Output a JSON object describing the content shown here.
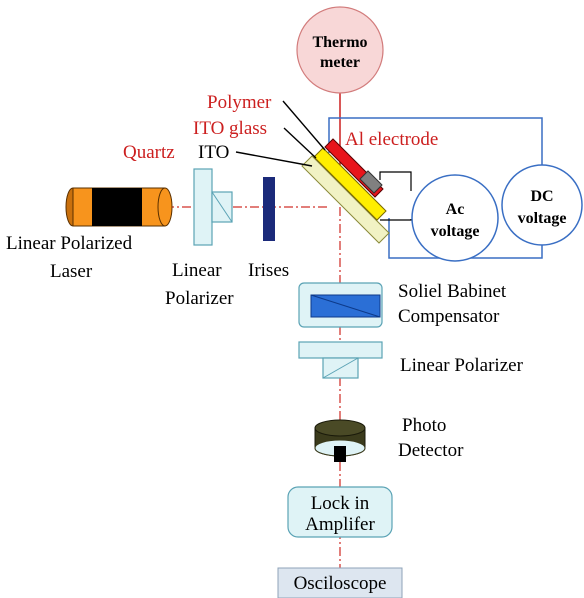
{
  "labels": {
    "thermometer_line1": "Thermo",
    "thermometer_line2": "meter",
    "polymer": "Polymer",
    "ito_glass": "ITO glass",
    "al_electrode": "Al electrode",
    "quartz": "Quartz",
    "ito": "ITO",
    "ac_line1": "Ac",
    "ac_line2": "voltage",
    "dc_line1": "DC",
    "dc_line2": "voltage",
    "laser_line1": "Linear Polarized",
    "laser_line2": "Laser",
    "polarizer_line1": "Linear",
    "polarizer_line2": "Polarizer",
    "irises": "Irises",
    "babinet_line1": "Soliel Babinet",
    "babinet_line2": "Compensator",
    "polarizer2": "Linear Polarizer",
    "photo_line1": "Photo",
    "photo_line2": "Detector",
    "lockin_line1": "Lock in",
    "lockin_line2": "Amplifer",
    "osciloscope": "Osciloscope"
  },
  "colors": {
    "beam": "#d9534f",
    "wire": "#3a6fc4",
    "thermometer_fill": "#f8d7d7",
    "polymer": "#e8151b",
    "ito_glass": "#ffee00",
    "quartz": "#f1f2c4",
    "electrode": "#808080",
    "laser_body": "#f7941d",
    "laser_band": "#000000",
    "irises": "#1b2a7a",
    "babinet": "#2b6fd6",
    "detector": "#3b3b1c",
    "components": "#dff3f6",
    "osciloscope_fill": "#dde6f0"
  }
}
